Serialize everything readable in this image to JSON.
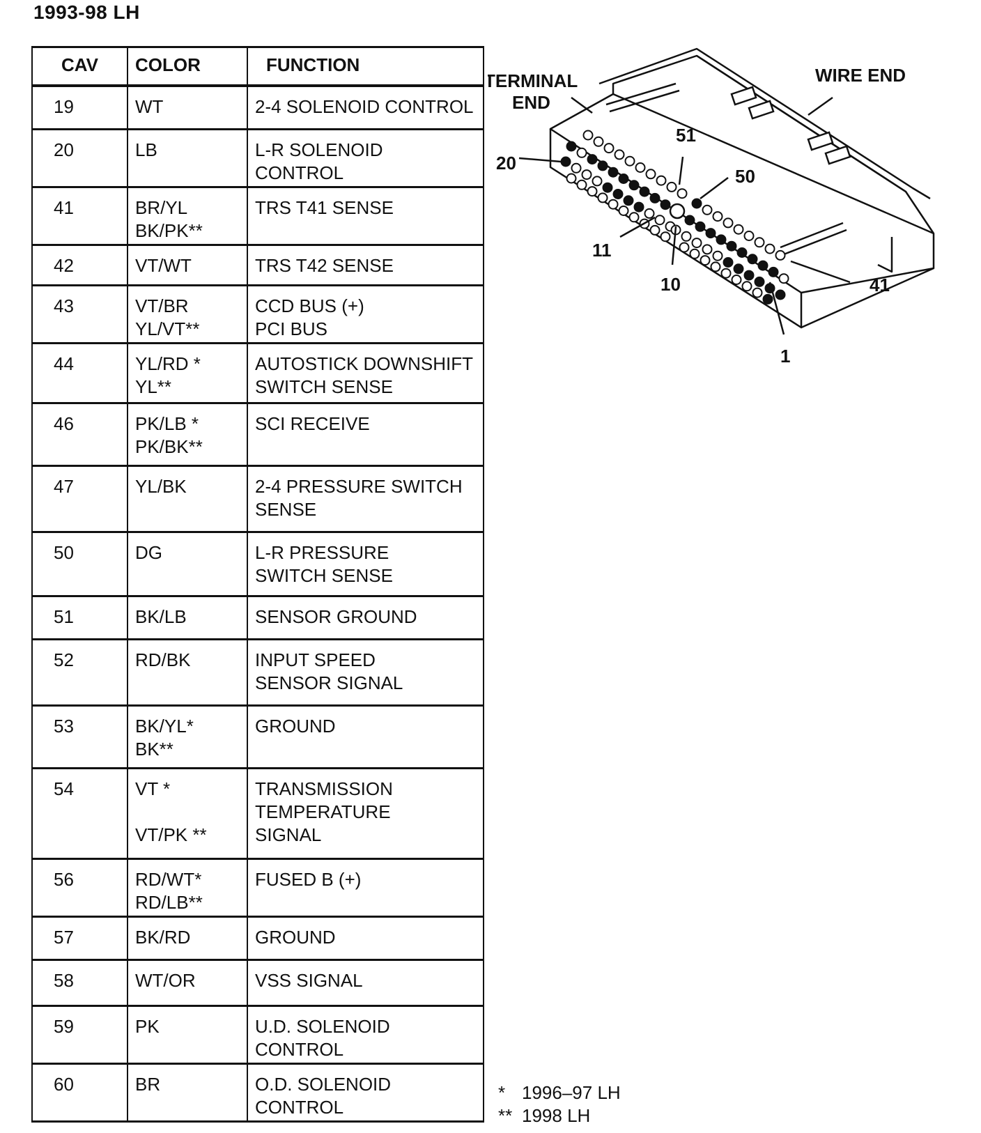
{
  "title": "1993-98 LH",
  "table": {
    "headers": {
      "cav": "CAV",
      "color": "COLOR",
      "function": "FUNCTION"
    },
    "rows": [
      {
        "cav": "19",
        "color": "WT",
        "function": "2-4 SOLENOID CONTROL"
      },
      {
        "cav": "20",
        "color": "LB",
        "function": "L-R SOLENOID CONTROL"
      },
      {
        "cav": "41",
        "color": "BR/YL\nBK/PK**",
        "function": "TRS T41 SENSE"
      },
      {
        "cav": "42",
        "color": "VT/WT",
        "function": "TRS T42 SENSE"
      },
      {
        "cav": "43",
        "color": "VT/BR\nYL/VT**",
        "function": "CCD BUS (+)\nPCI BUS"
      },
      {
        "cav": "44",
        "color": "YL/RD *\nYL**",
        "function": "AUTOSTICK DOWNSHIFT\nSWITCH SENSE"
      },
      {
        "cav": "46",
        "color": "PK/LB *\nPK/BK**",
        "function": "SCI RECEIVE"
      },
      {
        "cav": "47",
        "color": "YL/BK",
        "function": "2-4 PRESSURE SWITCH\nSENSE"
      },
      {
        "cav": "50",
        "color": "DG",
        "function": "L-R PRESSURE\nSWITCH SENSE"
      },
      {
        "cav": "51",
        "color": "BK/LB",
        "function": "SENSOR GROUND"
      },
      {
        "cav": "52",
        "color": "RD/BK",
        "function": "INPUT SPEED\nSENSOR SIGNAL"
      },
      {
        "cav": "53",
        "color": "BK/YL*\nBK**",
        "function": "GROUND"
      },
      {
        "cav": "54",
        "color": "VT *\n\nVT/PK **",
        "function": "TRANSMISSION\nTEMPERATURE\nSIGNAL"
      },
      {
        "cav": "56",
        "color": "RD/WT*\nRD/LB**",
        "function": "FUSED B (+)"
      },
      {
        "cav": "57",
        "color": "BK/RD",
        "function": "GROUND"
      },
      {
        "cav": "58",
        "color": "WT/OR",
        "function": "VSS SIGNAL"
      },
      {
        "cav": "59",
        "color": "PK",
        "function": "U.D. SOLENOID CONTROL"
      },
      {
        "cav": "60",
        "color": "BR",
        "function": "O.D. SOLENOID CONTROL"
      }
    ]
  },
  "diagram": {
    "terminal_end_line1": "TERMINAL",
    "terminal_end_line2": "END",
    "wire_end": "WIRE END",
    "pins": {
      "p20": "20",
      "p51": "51",
      "p50": "50",
      "p11": "11",
      "p10": "10",
      "p41": "41",
      "p1": "1"
    }
  },
  "footnotes": [
    {
      "mark": "*",
      "text": "1996–97 LH"
    },
    {
      "mark": "**",
      "text": "1998 LH"
    }
  ]
}
